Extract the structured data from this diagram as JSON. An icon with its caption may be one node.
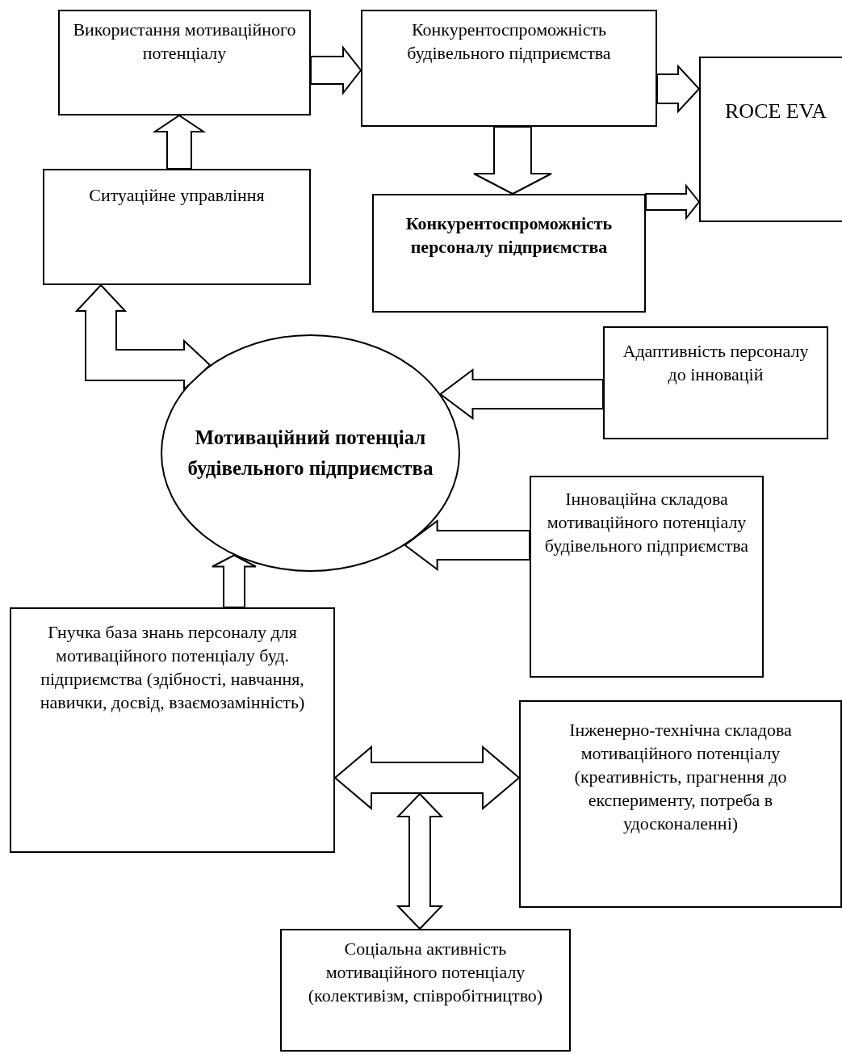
{
  "diagram": {
    "nodes": [
      {
        "text": [
          "Використання мотиваційного потенціалу"
        ]
      },
      {
        "text": [
          "Конкурентоспроможність будівельного підприємства"
        ]
      },
      {
        "text": [
          "ROCE EVA"
        ]
      },
      {
        "text": [
          "Ситуаційне управління"
        ]
      },
      {
        "text": [
          "Конкурентоспроможність персоналу підприємства"
        ]
      },
      {
        "text": [
          "Мотиваційний потенціал будівельного підприємства"
        ]
      },
      {
        "text": [
          "Адаптивність персоналу до інновацій"
        ]
      },
      {
        "text": [
          "Інноваційна складова мотиваційного потенціалу будівельного підприємства"
        ]
      },
      {
        "text": [
          "Гнучка база знань персоналу для мотиваційного потенціалу буд. підприємства (здібності, навчання, навички, досвід, взаємозамінність)"
        ]
      },
      {
        "text": [
          "Інженерно-технічна складова мотиваційного потенціалу (креативність, прагнення  до експерименту, потреба в удосконаленні)"
        ]
      },
      {
        "text": [
          "Соціальна активність мотиваційного потенціалу (колективізм, співробітництво)"
        ]
      }
    ],
    "edges": [
      {
        "from": 3,
        "to": 0,
        "arrow": "to"
      },
      {
        "from": 0,
        "to": 1,
        "arrow": "to"
      },
      {
        "from": 1,
        "to": 2,
        "arrow": "to"
      },
      {
        "from": 1,
        "to": 4,
        "arrow": "to"
      },
      {
        "from": 4,
        "to": 2,
        "arrow": "to"
      },
      {
        "from": 3,
        "to": 5,
        "arrow": "both"
      },
      {
        "from": 6,
        "to": 5,
        "arrow": "to"
      },
      {
        "from": 7,
        "to": 5,
        "arrow": "to"
      },
      {
        "from": 8,
        "to": 5,
        "arrow": "to"
      },
      {
        "from": 8,
        "to": 9,
        "arrow": "both"
      },
      {
        "from": null,
        "to": 10,
        "arrow": "both"
      }
    ]
  }
}
